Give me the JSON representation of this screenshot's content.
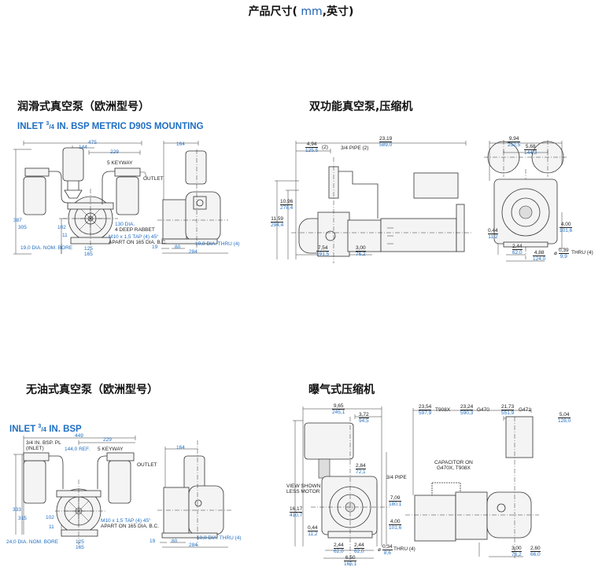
{
  "page": {
    "title_prefix": "产品尺寸(",
    "title_unit": " mm",
    "title_suffix": ",英寸)"
  },
  "sections": [
    {
      "title": "润滑式真空泵（欧洲型号）",
      "inlet_prefix": "INLET ",
      "inlet_frac_num": "3",
      "inlet_frac_den": "/4",
      "inlet_suffix": " IN. BSP METRIC D90S MOUNTING",
      "front": {
        "overall_width": "475",
        "inlet_offset": "144",
        "outlet_offset": "229",
        "keyway": "5 KEYWAY",
        "outlet": "OUTLET",
        "height_total": "387",
        "height_mid": "305",
        "shaft_height": "102",
        "foot": "11",
        "rabbet_1": "130 DIA.",
        "rabbet_2": "4 DEEP RABBET",
        "tap_1": "M10 x 1,5 TAP (4) 45°",
        "tap_2": "APART ON 165 DIA. B.C.",
        "bore": "19,0 DIA. NOM. BORE",
        "bolt_inner": "125",
        "bolt_outer": "165"
      },
      "side": {
        "width": "164",
        "edge": "19",
        "spacing": "80",
        "length": "284",
        "holes": "10,0 DIA. THRU (4)"
      }
    },
    {
      "title": "双功能真空泵,压缩机",
      "side": {
        "length_in": "23,19",
        "length_mm": "589,0",
        "pipe_off_in": "4,94",
        "pipe_off_mm": "125,5",
        "pipe_count": "(2)",
        "pipe": "3/4 PIPE (2)",
        "h1_in": "10,96",
        "h1_mm": "278,4",
        "h2_in": "11,59",
        "h2_mm": "294,4",
        "base1_in": "7,54",
        "base1_mm": "191,5",
        "base2_in": "3,00",
        "base2_mm": "76,2"
      },
      "front": {
        "w_in": "9,94",
        "w_mm": "252,5",
        "c_in": "5,68",
        "c_mm": "144,3",
        "shaft_in": "4,00",
        "shaft_mm": "101,6",
        "foot_in": "0,44",
        "foot_mm": "11,2",
        "b1_in": "2,44",
        "b1_mm": "62,0",
        "b2_in": "4,88",
        "b2_mm": "124,0",
        "hole_in": "0,39",
        "hole_mm": "9,9",
        "thru": "THRU (4)",
        "dia": "ø"
      }
    },
    {
      "title": "无油式真空泵（欧洲型号）",
      "inlet_prefix": "INLET ",
      "inlet_frac_num": "3",
      "inlet_frac_den": "/4",
      "inlet_suffix": " IN. BSP",
      "front": {
        "overall_width": "449",
        "inlet_label_1": "3/4 IN. BSP. PL",
        "inlet_label_2": "(INLET)",
        "ref": "144,0 REF.",
        "outlet_offset": "229",
        "keyway": "5 KEYWAY",
        "outlet": "OUTLET",
        "height_total": "333",
        "height_mid": "315",
        "shaft_height": "102",
        "foot": "11",
        "tap_1": "M10 x 1,5 TAP (4) 45°",
        "tap_2": "APART ON 165 DIA. B.C.",
        "bore": "24,0 DIA. NOM. BORE",
        "bolt_inner": "125",
        "bolt_outer": "165"
      },
      "side": {
        "width": "164",
        "edge": "19",
        "spacing": "80",
        "length": "284",
        "holes": "10,0 DIA. THRU (4)"
      }
    },
    {
      "title": "曝气式压缩机",
      "front": {
        "w_in": "9,65",
        "w_mm": "245,1",
        "r_in": "3,72",
        "r_mm": "94,5",
        "p_in": "2,84",
        "p_mm": "72,1",
        "pipe": "3/4 PIPE",
        "view_1": "VIEW SHOWN",
        "view_2": "LESS MOTOR",
        "h_in": "16,17",
        "h_mm": "410,7",
        "c_in": "7,09",
        "c_mm": "180,1",
        "shaft_in": "4,00",
        "shaft_mm": "101,6",
        "foot_in": "0,44",
        "foot_mm": "11,2",
        "b1_in": "2,44",
        "b1_mm": "62,0",
        "b2_in": "2,44",
        "b2_mm": "62,0",
        "b3_in": "6,50",
        "b3_mm": "165,1",
        "hole_in": "0,34",
        "hole_mm": "8,6",
        "thru": "THRU (4)",
        "dia": "ø"
      },
      "side": {
        "l1_in": "23,54",
        "l1_mm": "597,9",
        "l1_model": "T908X",
        "l2_in": "23,24",
        "l2_mm": "590,3",
        "l2_model": "G470",
        "l3_in": "21,73",
        "l3_mm": "551,9",
        "l3_model": "G471",
        "t_in": "5,04",
        "t_mm": "128,0",
        "cap_1": "CAPACITOR ON",
        "cap_2": "G470X, T908X",
        "b1_in": "3,00",
        "b1_mm": "76,2",
        "b2_in": "2,60",
        "b2_mm": "66,0"
      }
    }
  ]
}
